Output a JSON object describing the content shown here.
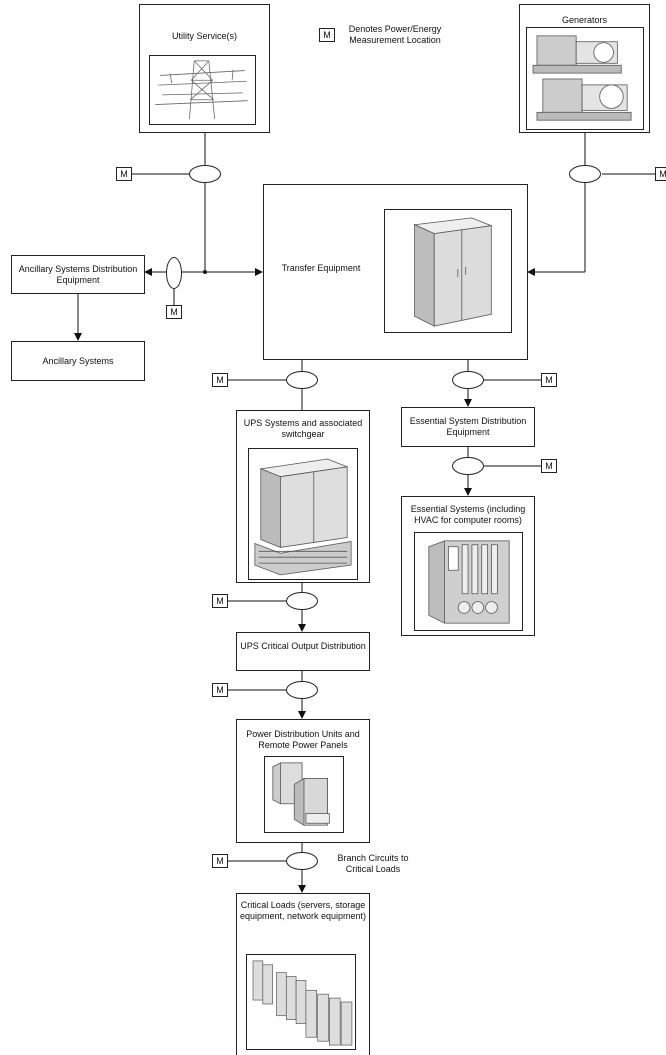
{
  "legend": {
    "meter_symbol": "M",
    "text": "Denotes Power/Energy Measurement Location"
  },
  "nodes": {
    "utility": "Utility Service(s)",
    "generators": "Generators",
    "ancillary_distribution": "Ancillary Systems Distribution Equipment",
    "ancillary_systems": "Ancillary Systems",
    "transfer": "Transfer Equipment",
    "ups": "UPS Systems and associated switchgear",
    "essential_distribution": "Essential System Distribution Equipment",
    "essential_systems": "Essential Systems (including HVAC for computer rooms)",
    "ups_output": "UPS Critical Output Distribution",
    "pdu": "Power Distribution Units and Remote Power Panels",
    "critical_loads": "Critical Loads (servers, storage equipment, network equipment)"
  },
  "branch_label": "Branch Circuits to Critical Loads",
  "meter_label": "M",
  "icons": {
    "utility": "transmission-tower",
    "generators": "generator-sets",
    "transfer": "switchgear-cabinet",
    "ups": "ups-cabinet",
    "essential_systems": "hvac-unit",
    "pdu": "power-distribution-units",
    "critical_loads": "server-racks"
  }
}
